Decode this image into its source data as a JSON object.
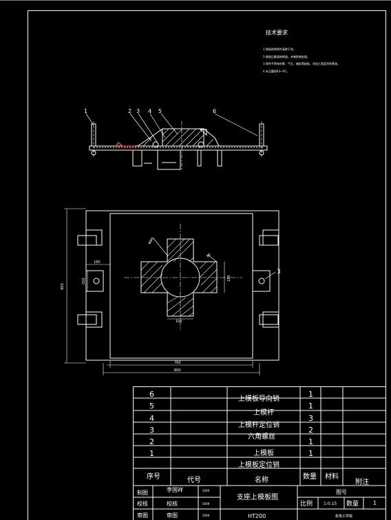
{
  "requirements": {
    "title": "技术要求",
    "items": [
      "1.焊接前将焊件清除干净。",
      "2.焊接后需清除焊渣，并做防锈处理。",
      "3.铸件不得有砂眼、气孔、缩松等缺陷，非加工表面涂防锈漆。",
      "4.未注圆角R3~R5。"
    ]
  },
  "callouts": {
    "c1": "1",
    "c2": "2",
    "c3": "3",
    "c4": "4",
    "c5": "5",
    "c6": "6",
    "c7": "3"
  },
  "dims": {
    "d1": "180",
    "d2": "250",
    "d3": "950",
    "d4": "Φ80",
    "d5": "80",
    "d6": "100",
    "d7": "180",
    "d8": "760",
    "d9": "800"
  },
  "bom": {
    "rows": [
      {
        "no": "6",
        "name": "上模板导向销",
        "qty": "1"
      },
      {
        "no": "5",
        "name": "上模杆",
        "qty": "1"
      },
      {
        "no": "4",
        "name": "上模杆定位销",
        "qty": "3"
      },
      {
        "no": "3",
        "name": "六角螺丝",
        "qty": "2"
      },
      {
        "no": "2",
        "name": "上模板",
        "qty": "1"
      },
      {
        "no": "1",
        "name": "上模板定位销",
        "qty": "1"
      }
    ],
    "header": {
      "no": "序号",
      "code": "代号",
      "name": "名称",
      "qty": "数量",
      "material": "材料",
      "note": "附注"
    }
  },
  "titleblock": {
    "drawn": "制图",
    "drawn_name": "李国祥",
    "drawn_date": "2009",
    "check": "校核",
    "check_name": "校核",
    "check_date": "2009",
    "approve": "审图",
    "approve_name": "审图",
    "approve_date": "2009",
    "part_name": "支座上模板图",
    "material": "HT200",
    "drawing_label": "图号",
    "scale_label": "比例",
    "scale_value": "1:0.15",
    "qty_label": "数量",
    "qty_value": "1",
    "school": "机电工学院"
  },
  "colors": {
    "line": "#ffffff",
    "red": "#ff2a2a",
    "bg": "#000000"
  }
}
